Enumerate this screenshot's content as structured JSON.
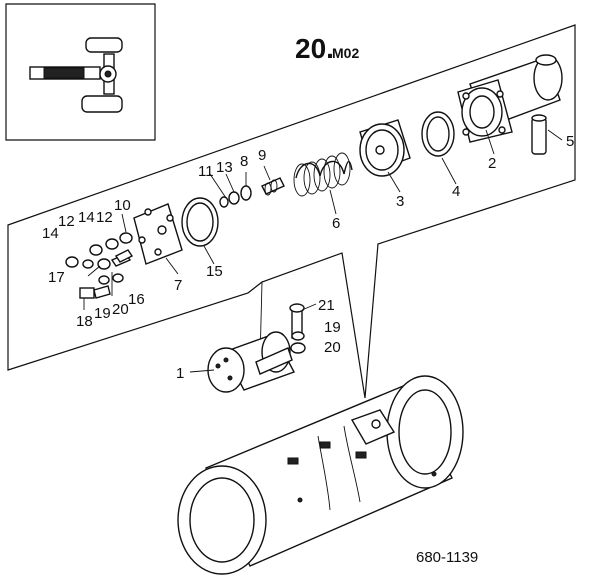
{
  "diagram": {
    "title_main": "20.",
    "title_sub": "M02",
    "drawing_number": "680-1139",
    "part_labels": {
      "p1": "1",
      "p2": "2",
      "p3": "3",
      "p4": "4",
      "p5": "5",
      "p6": "6",
      "p7": "7",
      "p8": "8",
      "p9": "9",
      "p10": "10",
      "p11": "11",
      "p12a": "12",
      "p12b": "12",
      "p13": "13",
      "p14a": "14",
      "p14b": "14",
      "p15": "15",
      "p16": "16",
      "p17": "17",
      "p18": "18",
      "p19a": "19",
      "p20a": "20",
      "p21": "21",
      "p19b": "19",
      "p20b": "20"
    }
  }
}
